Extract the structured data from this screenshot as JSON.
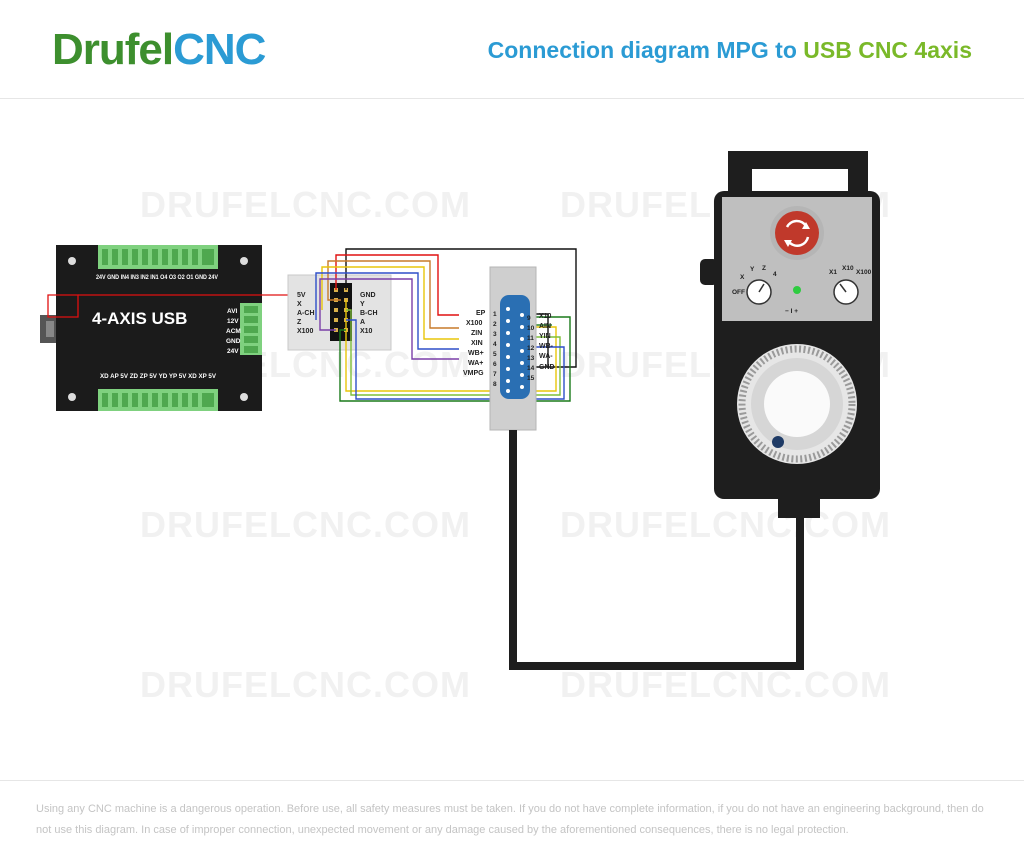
{
  "header": {
    "logo_part1": "Drufel",
    "logo_part2": "CNC",
    "title_part1": "Connection diagram MPG to ",
    "title_part2": "USB CNC 4axis"
  },
  "watermark": "DRUFELCNC.COM",
  "board": {
    "label": "4-AXIS USB",
    "top_pins": "24V  GND IN4 IN3  IN2  IN1 O4  O3  O2  O1 GND 24V",
    "bottom_pins": "XD  AP  5V  ZD  ZP  5V  YD  YP  5V  XD  XP  5V",
    "side_pins": [
      "AVI",
      "12V",
      "ACM",
      "GND",
      "24V"
    ]
  },
  "adapter": {
    "left_labels": [
      "5V",
      "X",
      "A-CH",
      "Z",
      "X100"
    ],
    "right_labels": [
      "GND",
      "Y",
      "B-CH",
      "A",
      "X10"
    ]
  },
  "db15": {
    "left_signals": [
      "EP",
      "X100",
      "ZIN",
      "XIN",
      "WB+",
      "WA+",
      "VMPG"
    ],
    "left_numbers": [
      "1",
      "2",
      "3",
      "4",
      "5",
      "6",
      "7",
      "8"
    ],
    "right_numbers": [
      "9",
      "10",
      "11",
      "12",
      "13",
      "14",
      "15"
    ],
    "right_signals": [
      "X10",
      "AIN",
      "YIN",
      "WB-",
      "WA-",
      "GND"
    ]
  },
  "pendant": {
    "left_switch_labels": [
      "OFF",
      "X",
      "Y",
      "Z",
      "4"
    ],
    "right_switch_labels": [
      "X1",
      "X10",
      "X100"
    ],
    "minus_plus": "− I +"
  },
  "colors": {
    "brand_green": "#3d8f2e",
    "brand_blue": "#2b9bd4",
    "accent_green": "#7ab929",
    "board": "#1b1b1b",
    "terminal": "#7fd17f",
    "estop": "#c0392b"
  },
  "footer": {
    "disclaimer": "Using any CNC machine is a dangerous operation. Before use, all safety measures must be taken. If you do not have complete information, if you do not have an engineering background, then do not use this diagram. In case of improper connection, unexpected movement or any damage caused by the aforementioned consequences, there is no legal protection."
  }
}
